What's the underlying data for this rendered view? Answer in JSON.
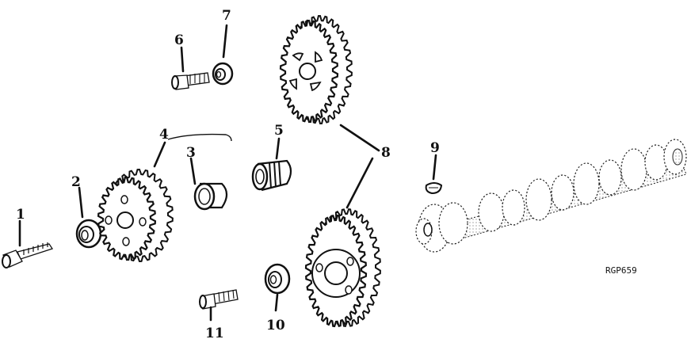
{
  "callouts": [
    {
      "id": "1",
      "label": "1"
    },
    {
      "id": "2",
      "label": "2"
    },
    {
      "id": "3",
      "label": "3"
    },
    {
      "id": "4",
      "label": "4"
    },
    {
      "id": "5",
      "label": "5"
    },
    {
      "id": "6",
      "label": "6"
    },
    {
      "id": "7",
      "label": "7"
    },
    {
      "id": "8",
      "label": "8"
    },
    {
      "id": "9",
      "label": "9"
    },
    {
      "id": "10",
      "label": "10"
    },
    {
      "id": "11",
      "label": "11"
    }
  ],
  "figure_code": "RGP659"
}
